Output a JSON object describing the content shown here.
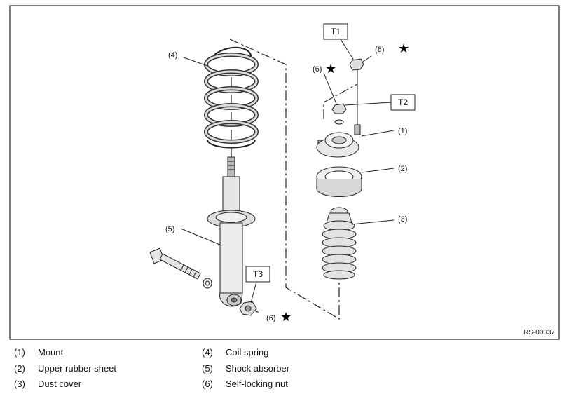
{
  "diagram": {
    "figure_id": "RS-00037",
    "callouts": {
      "coil_spring": "(4)",
      "shock_absorber": "(5)",
      "nut_top": "(6)",
      "nut_mount": "(6)",
      "nut_bottom": "(6)",
      "mount": "(1)",
      "upper_rubber_sheet": "(2)",
      "dust_cover": "(3)"
    },
    "torque_boxes": {
      "t1": "T1",
      "t2": "T2",
      "t3": "T3"
    },
    "star_symbol": "★"
  },
  "legend": {
    "left": [
      {
        "num": "(1)",
        "label": "Mount"
      },
      {
        "num": "(2)",
        "label": "Upper rubber sheet"
      },
      {
        "num": "(3)",
        "label": "Dust cover"
      }
    ],
    "right": [
      {
        "num": "(4)",
        "label": "Coil spring"
      },
      {
        "num": "(5)",
        "label": "Shock absorber"
      },
      {
        "num": "(6)",
        "label": "Self-locking nut"
      }
    ]
  }
}
